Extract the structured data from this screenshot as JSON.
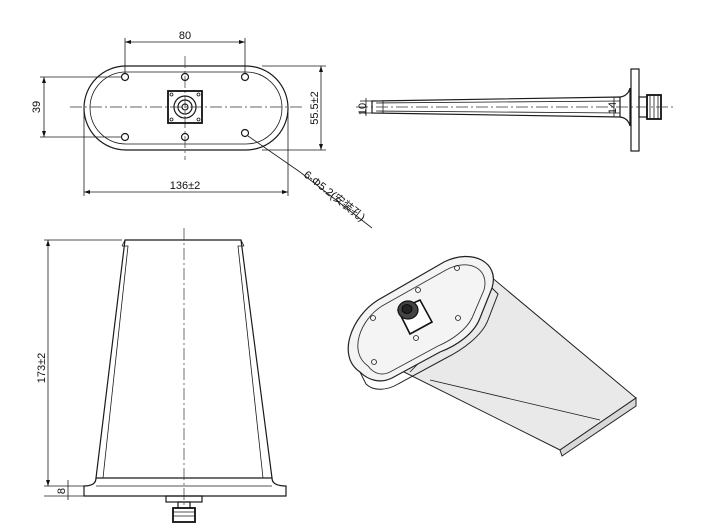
{
  "dimensions": {
    "hole_spacing": "80",
    "plate_height": "39",
    "plate_width_overall": "55.5±2",
    "plate_length": "136±2",
    "mount_hole_note": "6-Φ5.2(安装孔)",
    "side_thickness": "10",
    "side_flange": "14",
    "total_height": "173±2",
    "base_thickness": "8"
  }
}
